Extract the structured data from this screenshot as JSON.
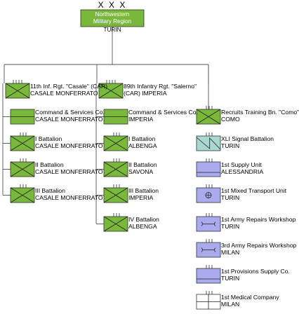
{
  "headquarters": {
    "echelon": "X X X",
    "name_line1": "Northwestern",
    "name_line2": "Military Region",
    "city": "TURIN"
  },
  "units": [
    {
      "id": "u11",
      "line1": "11th Inf. Rgt. \"Casale\" (CAR)",
      "line2": "CASALE MONFERRATO",
      "symbol": "infantry",
      "color": "#79b83b"
    },
    {
      "id": "u11cs",
      "line1": "Command & Services Co.",
      "line2": "CASALE MONFERRATO",
      "symbol": "hq-company",
      "color": "#79b83b"
    },
    {
      "id": "u11b1",
      "line1": "I Battalion",
      "line2": "CASALE MONFERRATO",
      "symbol": "infantry",
      "color": "#79b83b"
    },
    {
      "id": "u11b2",
      "line1": "II Battalion",
      "line2": "CASALE MONFERRATO",
      "symbol": "infantry",
      "color": "#79b83b"
    },
    {
      "id": "u11b3",
      "line1": "III Battalion",
      "line2": "CASALE MONFERRATO",
      "symbol": "infantry",
      "color": "#79b83b"
    },
    {
      "id": "u89",
      "line1": "89th Infantry Rgt. \"Salerno\"",
      "line2": "(CAR) IMPERIA",
      "symbol": "infantry",
      "color": "#79b83b"
    },
    {
      "id": "u89cs",
      "line1": "Command & Services Co.",
      "line2": "IMPERIA",
      "symbol": "hq-company",
      "color": "#79b83b"
    },
    {
      "id": "u89b1",
      "line1": "I Battalion",
      "line2": "ALBENGA",
      "symbol": "infantry",
      "color": "#79b83b"
    },
    {
      "id": "u89b2",
      "line1": "II Battalion",
      "line2": "SAVONA",
      "symbol": "infantry",
      "color": "#79b83b"
    },
    {
      "id": "u89b3",
      "line1": "III Battalion",
      "line2": "IMPERIA",
      "symbol": "infantry",
      "color": "#79b83b"
    },
    {
      "id": "u89b4",
      "line1": "IV Battalion",
      "line2": "ALBENGA",
      "symbol": "infantry",
      "color": "#79b83b"
    },
    {
      "id": "ucomo",
      "line1": "Recruits Training Bn. \"Como\"",
      "line2": "COMO",
      "symbol": "infantry",
      "color": "#79b83b"
    },
    {
      "id": "usig",
      "line1": "XLI Signal Battalion",
      "line2": "TURIN",
      "symbol": "signal",
      "color": "#a9d8d0"
    },
    {
      "id": "usup",
      "line1": "1st Supply Unit",
      "line2": "ALESSANDRIA",
      "symbol": "supply",
      "color": "#aaaaee"
    },
    {
      "id": "utrans",
      "line1": "1st Mixed Transport Unit",
      "line2": "TURIN",
      "symbol": "transport",
      "color": "#aaaaee"
    },
    {
      "id": "urep1",
      "line1": "1st Army Repairs Workshop",
      "line2": "TURIN",
      "symbol": "maintenance",
      "color": "#aaaaee"
    },
    {
      "id": "urep3",
      "line1": "3rd Army Repairs Workshop",
      "line2": "MILAN",
      "symbol": "maintenance",
      "color": "#aaaaee"
    },
    {
      "id": "uprov",
      "line1": "1st Provisions Supply Co.",
      "line2": "TURIN",
      "symbol": "supply",
      "color": "#aaaaee"
    },
    {
      "id": "umed",
      "line1": "1st Medical Company",
      "line2": "MILAN",
      "symbol": "medical",
      "color": "#ffffff"
    }
  ],
  "colors": {
    "combat_green": "#79b83b",
    "signal_teal": "#a9d8d0",
    "logistics_blue": "#aaaaee",
    "medical_white": "#ffffff",
    "line": "#555555"
  }
}
